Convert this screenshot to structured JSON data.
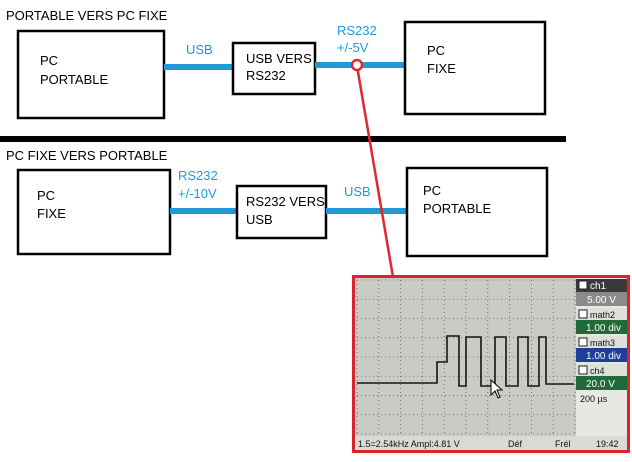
{
  "colors": {
    "link": "#1e9bd7",
    "probe": "#e0262e",
    "box_stroke": "#000000",
    "divider": "#000000",
    "scope_frame": "#d8242c",
    "scope_bg": "#c9cbc4",
    "scope_grid": "#5a5c5a"
  },
  "diagrams": [
    {
      "title": "PORTABLE VERS PC FIXE",
      "left_box": [
        "PC",
        "PORTABLE"
      ],
      "link1_label": [
        "USB"
      ],
      "middle_box": [
        "USB VERS",
        "RS232"
      ],
      "link2_label": [
        "RS232",
        "+/-5V"
      ],
      "right_box": [
        "PC",
        "FIXE"
      ]
    },
    {
      "title": "PC FIXE VERS PORTABLE",
      "left_box": [
        "PC",
        "FIXE"
      ],
      "link1_label": [
        "RS232",
        "+/-10V"
      ],
      "middle_box": [
        "RS232 VERS",
        "USB"
      ],
      "link2_label": [
        "USB"
      ],
      "right_box": [
        "PC",
        "PORTABLE"
      ]
    }
  ],
  "oscilloscope": {
    "icons": [
      "probe-point-icon",
      "mouse-cursor-icon"
    ],
    "channels": [
      {
        "name": "ch1",
        "value": "5.00 V",
        "checked": true,
        "color": "#3a3a3a"
      },
      {
        "name": "math2",
        "value": "1.00 div",
        "checked": false,
        "color": "#1f6b3a"
      },
      {
        "name": "math3",
        "value": "1.00 div",
        "checked": false,
        "color": "#1c3f9a"
      },
      {
        "name": "ch4",
        "value": "20.0 V",
        "checked": false,
        "color": "#1f6b3a"
      }
    ],
    "timebase": "200 µs",
    "bottom_left": "1.5=2.54kHz Ampl:4.81 V",
    "bottom_mid1": "Déf",
    "bottom_mid2": "Frél",
    "clock": "19:42"
  }
}
